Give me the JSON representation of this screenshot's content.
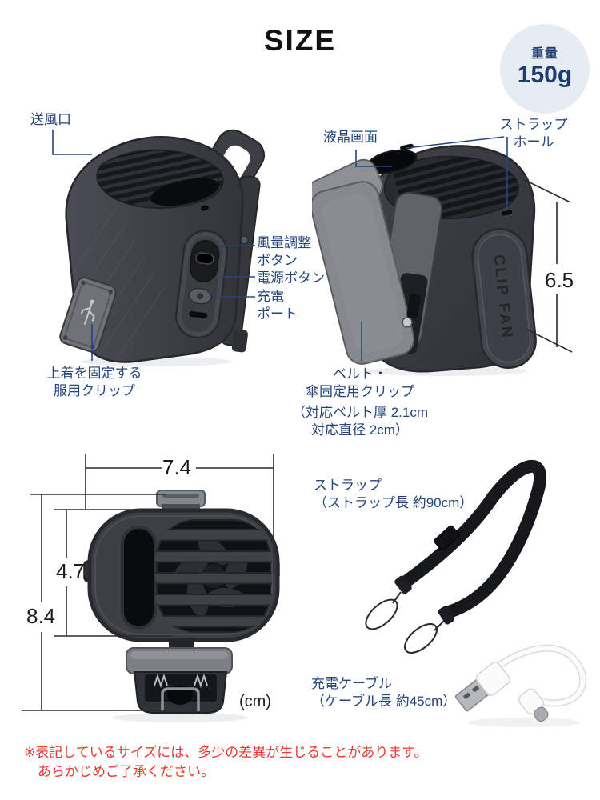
{
  "header": {
    "title": "SIZE",
    "weight_label": "重量",
    "weight_value": "150g"
  },
  "left_view": {
    "air_outlet": "送風口",
    "airflow_line1": "風量調整",
    "airflow_line2": "ボタン",
    "power": "電源ボタン",
    "charge_line1": "充電",
    "charge_line2": "ポート",
    "clip_line1": "上着を固定する",
    "clip_line2": "服用クリップ"
  },
  "right_view": {
    "lcd": "液晶画面",
    "strap_hole_line1": "ストラップ",
    "strap_hole_line2": "ホール",
    "belt_line1": "ベルト・",
    "belt_line2": "傘固定用クリップ",
    "belt_note1": "（対応ベルト厚 2.1cm",
    "belt_note2": "対応直径 2cm）",
    "height": "6.5",
    "logo": "CLIP FAN"
  },
  "front_view": {
    "width": "7.4",
    "inner_height": "4.7",
    "total_height": "8.4",
    "unit": "(cm)"
  },
  "accessories": {
    "strap_name": "ストラップ",
    "strap_note": "（ストラップ長 約90cm）",
    "cable_name": "充電ケーブル",
    "cable_note": "（ケーブル長 約45cm）"
  },
  "footnote": {
    "line1": "※表記しているサイズには、多少の差異が生じることがあります。",
    "line2": "あらかじめご了承ください。"
  },
  "colors": {
    "navy": "#26457d",
    "red": "#e8382f",
    "dimension_line": "#2b2b2b",
    "badge_bg": "#e7ecf2"
  }
}
